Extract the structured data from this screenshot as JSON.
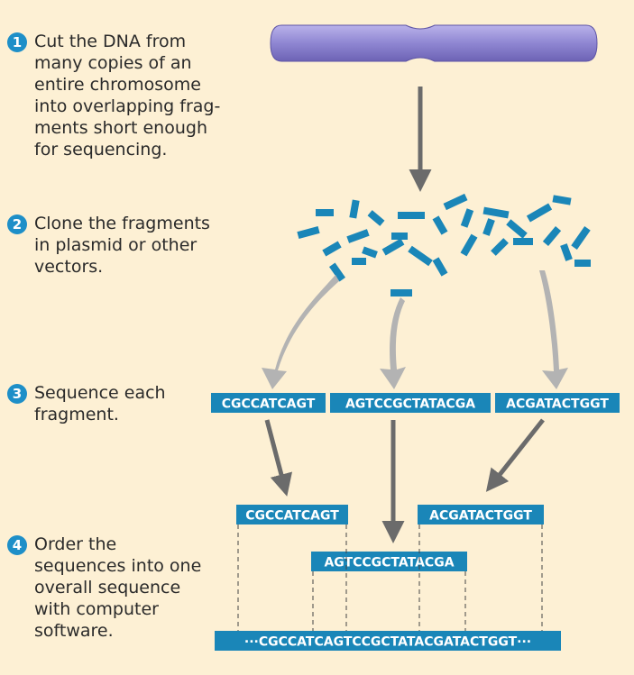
{
  "steps": [
    {
      "number": "1",
      "text": "Cut the DNA from\nmany copies of an\nentire chromosome\ninto overlapping frag-\nments short enough\nfor sequencing."
    },
    {
      "number": "2",
      "text": "Clone the fragments\nin plasmid or other\nvectors."
    },
    {
      "number": "3",
      "text": "Sequence each\nfragment."
    },
    {
      "number": "4",
      "text": "Order the\nsequences into one\noverall sequence\nwith computer\nsoftware."
    }
  ],
  "sequenced_fragments": [
    "CGCCATCAGT",
    "AGTCCGCTATACGA",
    "ACGATACTGGT"
  ],
  "ordered_fragments": {
    "left": "CGCCATCAGT",
    "right": "ACGATACTGGT",
    "middle": "AGTCCGCTATACGA"
  },
  "consensus_sequence": "···CGCCATCAGTCCGCTATACGATACTGGT···",
  "colors": {
    "background": "#fdf0d4",
    "sequence_box": "#1a86b8",
    "fragment": "#1a86b8",
    "step_number": "#1e8fc8",
    "chromosome": "#8f86d2",
    "arrow": "#6b6b6b",
    "curved_arrow": "#b3b3b3"
  }
}
